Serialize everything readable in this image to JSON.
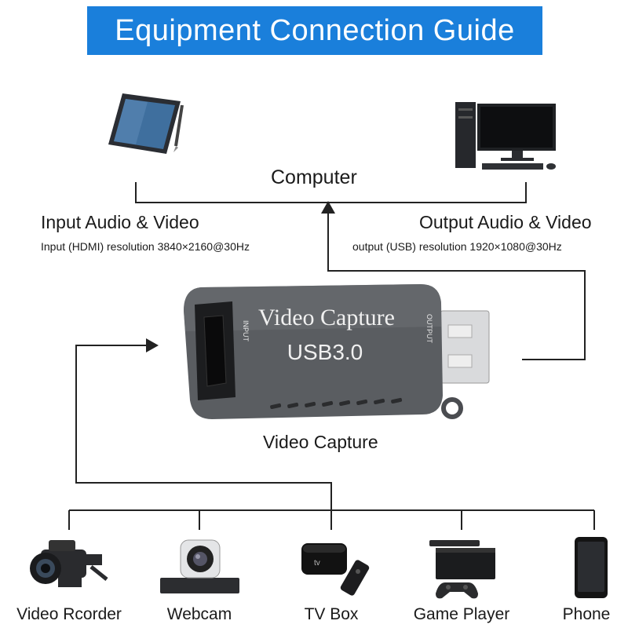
{
  "title": "Equipment Connection Guide",
  "computer_label": "Computer",
  "input": {
    "heading": "Input Audio & Video",
    "detail": "Input (HDMI) resolution 3840×2160@30Hz"
  },
  "output": {
    "heading": "Output Audio & Video",
    "detail": "output (USB) resolution 1920×1080@30Hz"
  },
  "capture": {
    "name_label": "Video Capture",
    "body_text": "Video Capture",
    "usb_text": "USB3.0",
    "port_in": "INPUT",
    "port_out": "OUTPUT"
  },
  "devices": [
    {
      "label": "Video Rcorder",
      "icon": "video-recorder-icon"
    },
    {
      "label": "Webcam",
      "icon": "webcam-icon"
    },
    {
      "label": "TV Box",
      "icon": "tv-box-icon"
    },
    {
      "label": "Game Player",
      "icon": "game-console-icon"
    },
    {
      "label": "Phone",
      "icon": "phone-icon"
    }
  ],
  "colors": {
    "banner": "#1a7fdb",
    "lines": "#222222",
    "device_body": "#5a5d61"
  }
}
